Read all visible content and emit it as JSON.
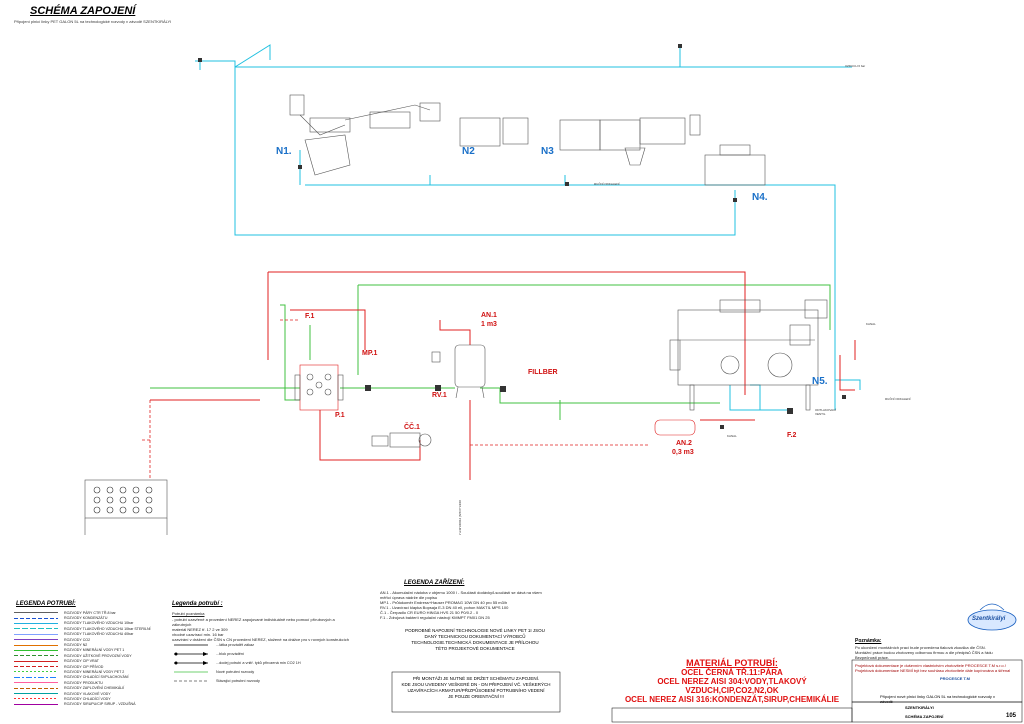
{
  "header": {
    "title": "SCHÉMA ZAPOJENÍ",
    "subtitle": "Připojení plnicí linky PET GALON 5L na technologické rozvody v závodě SZENTKIRÁLYI"
  },
  "nodes": [
    "N1.",
    "N2",
    "N3",
    "N4.",
    "N5."
  ],
  "equipment": {
    "f1": "F.1",
    "f2": "F.2",
    "mp1": "MP.1",
    "p1": "P.1",
    "an1": [
      "AN.1",
      "1 m3"
    ],
    "an2": [
      "AN.2",
      "0,3 m3"
    ],
    "rv1": "RV.1",
    "fillber": "FILLBER",
    "c1": "ČČ.1"
  },
  "labels": {
    "vzduch": "VZDUCH 6 bar",
    "rucni_odkalene": "RUČNÍ ODKALENÍ",
    "rucni_odkalene2": "RUČNÍ ODKALENÍ",
    "kanal": "KANAL",
    "kanal2": "KANAL",
    "odtlak": "ODTLAKOVACÍ VENTIL",
    "odplaseni": "ODPLAVENÍ PRODUKTU"
  },
  "legend_potrubi": {
    "title": "LEGENDA POTRUBÍ:",
    "items": [
      {
        "label": "ROZVODY PÁRY CTR TŘ.8 bar",
        "color": "#606060",
        "dash": ""
      },
      {
        "label": "ROZVODY KONDENZÁTU",
        "color": "#1a50d0",
        "dash": "4,2"
      },
      {
        "label": "ROZVODY TLAKOVÉHO VZDUCHU 10bar",
        "color": "#20b0e0",
        "dash": ""
      },
      {
        "label": "ROZVODY TLAKOVÉHO VZDUCHU 10bar STERILNÍ",
        "color": "#20c0c0",
        "dash": "6,2"
      },
      {
        "label": "ROZVODY TLAKOVÉHO VZDUCHU 40bar",
        "color": "#80a0ff",
        "dash": ""
      },
      {
        "label": "ROZVODY CO2",
        "color": "#8040c0",
        "dash": ""
      },
      {
        "label": "ROZVODY N2",
        "color": "#e07000",
        "dash": ""
      },
      {
        "label": "ROZVODY MINERÁLNÍ VODY PET 1",
        "color": "#30c030",
        "dash": ""
      },
      {
        "label": "ROZVODY UŽITKOVÉ PROVOZNÍ VODY",
        "color": "#309030",
        "dash": "4,2"
      },
      {
        "label": "ROZVODY CIP VRAT",
        "color": "#d02020",
        "dash": ""
      },
      {
        "label": "ROZVODY CIP PŘÍVOD",
        "color": "#d02020",
        "dash": "4,2"
      },
      {
        "label": "ROZVODY MINERÁLNÍ VODY PET 2",
        "color": "#40d040",
        "dash": "2,2"
      },
      {
        "label": "ROZVODY CHLADÍCÍ SVPLACHOVÁNÍ",
        "color": "#2080ff",
        "dash": "6,2,2,2"
      },
      {
        "label": "ROZVODY PRODUKTU",
        "color": "#ff60a0",
        "dash": ""
      },
      {
        "label": "ROZVODY ZAPLOVÉNÍ CHEMIKÁLIÍ",
        "color": "#c06000",
        "dash": "4,2"
      },
      {
        "label": "ROZVODY VLAKOVÉ VODY",
        "color": "#00a0a0",
        "dash": ""
      },
      {
        "label": "ROZVODY CHLADÍCÍ VODY",
        "color": "#ff3030",
        "dash": "2,2"
      },
      {
        "label": "ROZVODY SIRUPU/CIP SIRUP - VZDUŠNÁ",
        "color": "#a000a0",
        "dash": ""
      }
    ]
  },
  "legend_potrubi2": {
    "title": "Legenda potrubí :",
    "sub": "Potrubí poznámka",
    "lines": [
      "- potrubí uzavřené a provedení NEREZ zapojované individuálně nebo pomocí přírubových a zákrutných",
      "materiál NEREZ tř. 17 2 ve 309",
      "vhodné uzavírací min. 16 bar",
      "uzavírání v drážení dle ČSN s CN provedení NEREZ, složené na drážce pro v rovných konstrukcích"
    ],
    "items": [
      {
        "label": "...látka provádět zákaz",
        "sym": "plain"
      },
      {
        "label": "...blok provádění",
        "sym": "arrow"
      },
      {
        "label": "...dodej potrubí a vnitř. tyků přirozená min CO2 1H",
        "sym": "arrow2"
      },
      {
        "label": "Nové potrubní rozvody",
        "sym": "green"
      },
      {
        "label": "Stávající potrubní rozvody",
        "sym": "dashed"
      }
    ]
  },
  "legend_zarizeni": {
    "title": "LEGENDA ZAŘÍZENÍ:",
    "lines": [
      "AN.1 - Akumulační nádoba v objemu 1000 l - Součástí dodávky/Lsoučástí se dává na všem",
      "měřící úprava nádrže dle popisu",
      "MP.1 - Průtokoměr Endress+Hauser PROMAG 10W DN 40 pro 55 m3/h",
      "RV.1 - Uzavírací klapka Bopsaja E-3 DN 40 ell, pohon MAKTIL MPS 100",
      "Č.1 - Čerpadlo CR EURO HINGA HVS 21 50 P0/0.2 - 0",
      "F.1 - Zdrojová bakterií regulační nástrojí KMMPT FM01 DN 25"
    ]
  },
  "center_note": {
    "lines": [
      "PODROBNÉ NAPOJENÍ TECHNOLOGIE NOVÉ LINKY PET 1I JSOU",
      "DANÝ TECHNICKOU DOKUMENTACÍ VÝROBCŮ",
      "TECHNOLOGIE.TECHNICKÁ DOKUMENTACE JE PŘÍLOHOU",
      "TÉTO PROJEKTOVÉ DOKUMENTACE"
    ]
  },
  "warning_note": {
    "lines": [
      "PŘI MONTÁŽI JE NUTNÉ SE DRŽET SCHÉMATU ZAPOJENÍ.",
      "KDE JSOU UVEDENY VEŠKERÉ DN - DN PŘIPOJENÍ VČ. VEŠKERÝCH",
      "UZAVÍRACÍCH ARMATUR/PŘIZPŮSOBENÍ POTRUBNÍHO VEDENÍ",
      "JE POUZE ORIENTAČNÍ !!!"
    ]
  },
  "material": {
    "title": "MATERIÁL POTRUBÍ:",
    "lines": [
      "OCEL ČERNÁ TŘ.11:PÁRA",
      "OCEL NEREZ AISI 304:VODY,TLAKOVÝ VZDUCH,CIP,CO2,N2,OK",
      "OCEL NEREZ AISI 316:KONDENZÁT,SIRUP,CHEMIKÁLIE"
    ]
  },
  "poznamka": {
    "title": "Poznámka:",
    "lines": [
      "Po ukončení montážních prací bude provedena tlaková zkouška dle ČSN.",
      "Montážní práce budou zhotoveny odbornou firmou a dle předpisů ČSN a řádu",
      "Bezpečnosti práce."
    ],
    "box": [
      "Projektová dokumentace je duševním vlastnictvím zhotovitele PROCESCE T.M s.r.o.!",
      "Projektová dokumentace NESMÍ být bez souhlasu zhotovitele dále kopírována a šířena!"
    ]
  },
  "logo": {
    "text": "Szentkirályi"
  },
  "title_block": {
    "company": "PROCESCE T.M",
    "project": "Připojení nové plnicí linky GALON 5L na technologické rozvody v závodě",
    "client": "SZENTKIRÁLYI",
    "drawing": "SCHÉMA ZAPOJENÍ",
    "number": "105"
  }
}
